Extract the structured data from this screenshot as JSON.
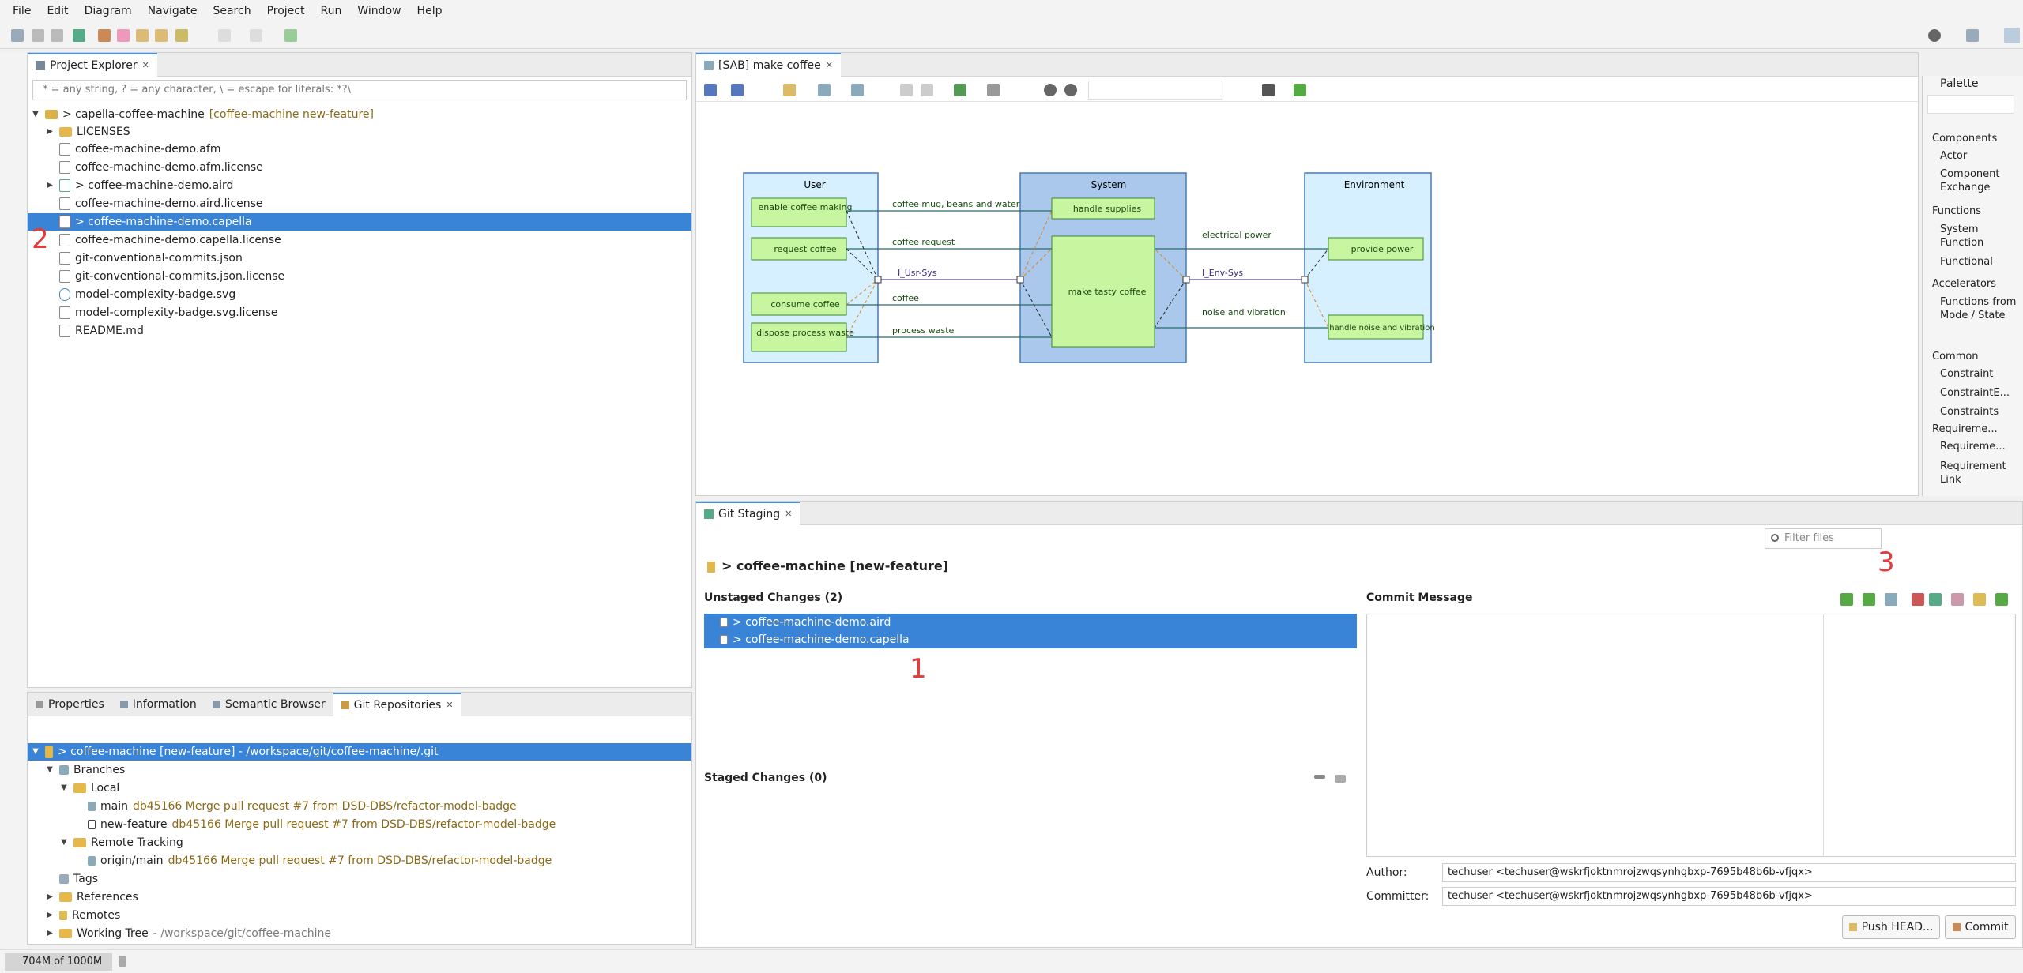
{
  "menubar": [
    "File",
    "Edit",
    "Diagram",
    "Navigate",
    "Search",
    "Project",
    "Run",
    "Window",
    "Help"
  ],
  "project_explorer": {
    "tab_label": "Project Explorer",
    "filter_placeholder": "* = any string, ? = any character, \\ = escape for literals: *?\\",
    "root": "> capella-coffee-machine",
    "root_branch": "[coffee-machine new-feature]",
    "items": [
      "LICENSES",
      "coffee-machine-demo.afm",
      "coffee-machine-demo.afm.license",
      "> coffee-machine-demo.aird",
      "coffee-machine-demo.aird.license",
      "> coffee-machine-demo.capella",
      "coffee-machine-demo.capella.license",
      "git-conventional-commits.json",
      "git-conventional-commits.json.license",
      "model-complexity-badge.svg",
      "model-complexity-badge.svg.license",
      "README.md"
    ],
    "marker": "2"
  },
  "bottom_left": {
    "tabs": [
      "Properties",
      "Information",
      "Semantic Browser",
      "Git Repositories"
    ],
    "repo_root": "> coffee-machine [new-feature] - /workspace/git/coffee-machine/.git",
    "branches": "Branches",
    "local": "Local",
    "main_label": "main",
    "main_commit": "db45166 Merge pull request #7 from DSD-DBS/refactor-model-badge",
    "nf_label": "new-feature",
    "nf_commit": "db45166 Merge pull request #7 from DSD-DBS/refactor-model-badge",
    "remote_tracking": "Remote Tracking",
    "om_label": "origin/main",
    "om_commit": "db45166 Merge pull request #7 from DSD-DBS/refactor-model-badge",
    "tags": "Tags",
    "references": "References",
    "remotes": "Remotes",
    "working_tree": "Working Tree",
    "working_tree_path": "- /workspace/git/coffee-machine"
  },
  "diagram": {
    "tab_label": "[SAB] make coffee",
    "user": "User",
    "system": "System",
    "environment": "Environment",
    "user_functions": [
      "enable coffee making",
      "request coffee",
      "consume coffee",
      "dispose process waste"
    ],
    "system_functions": [
      "handle supplies",
      "make tasty coffee"
    ],
    "env_functions": [
      "provide power",
      "handle noise and vibration"
    ],
    "exchanges": [
      "coffee mug, beans and water",
      "coffee request",
      "I_Usr-Sys",
      "coffee",
      "process waste",
      "electrical power",
      "I_Env-Sys",
      "noise and vibration"
    ]
  },
  "palette": {
    "title": "Palette",
    "sections": [
      {
        "name": "Components",
        "items": [
          "Actor",
          "Component Exchange"
        ]
      },
      {
        "name": "Functions",
        "items": [
          "System Function",
          "Functional"
        ]
      },
      {
        "name": "Accelerators",
        "items": [
          "Functions from Mode / State"
        ]
      },
      {
        "name": "Common",
        "items": [
          "Constraint",
          "ConstraintE...",
          "Constraints"
        ]
      },
      {
        "name": "Requireme...",
        "items": [
          "Requireme...",
          "Requirement Link"
        ]
      }
    ]
  },
  "git_staging": {
    "tab_label": "Git Staging",
    "filter_placeholder": "Filter files",
    "repo_title": "> coffee-machine [new-feature]",
    "unstaged_title": "Unstaged Changes (2)",
    "unstaged": [
      "> coffee-machine-demo.aird",
      "> coffee-machine-demo.capella"
    ],
    "staged_title": "Staged Changes (0)",
    "commit_title": "Commit Message",
    "author_label": "Author:",
    "author_value": "techuser <techuser@wskrfjoktnmrojzwqsynhgbxp-7695b48b6b-vfjqx>",
    "committer_label": "Committer:",
    "committer_value": "techuser <techuser@wskrfjoktnmrojzwqsynhgbxp-7695b48b6b-vfjqx>",
    "push_label": "Push HEAD...",
    "commit_label": "Commit",
    "marker1": "1",
    "marker3": "3"
  },
  "status": {
    "heap": "704M of 1000M"
  }
}
